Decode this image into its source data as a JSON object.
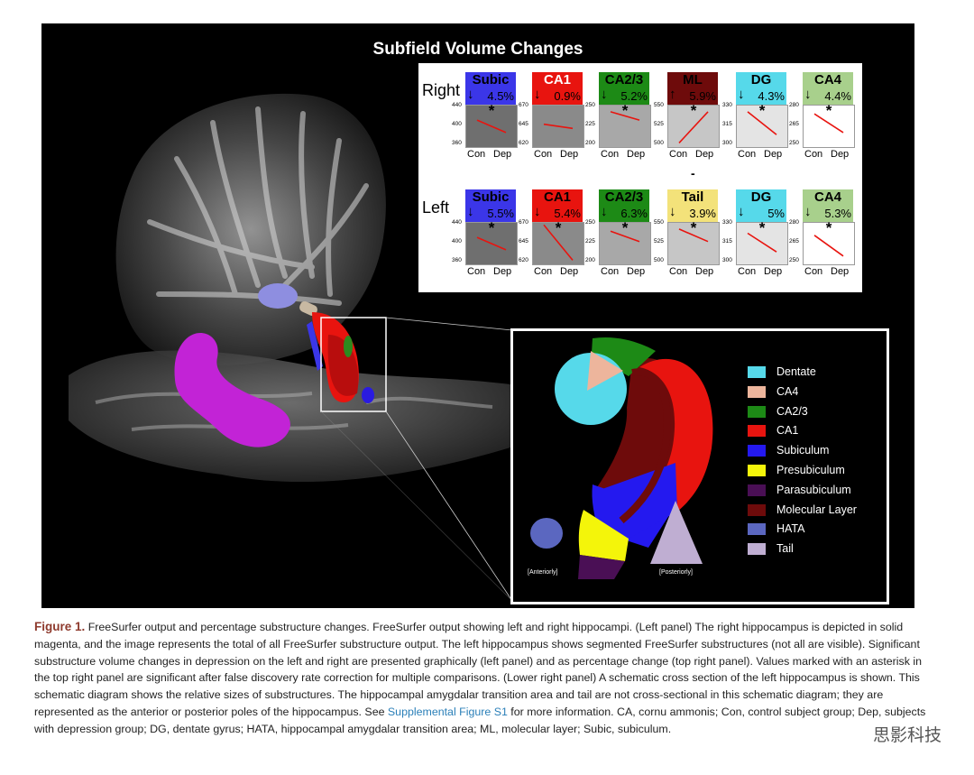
{
  "subfield_title": "Subfield Volume Changes",
  "rows": [
    {
      "label": "Right",
      "cells": [
        {
          "name": "Subic",
          "arrow": "↓",
          "pct": "4.5%",
          "color": "#3b36e8",
          "text": "#000",
          "plot": "#6f6f6f",
          "yticks": [
            "440",
            "400",
            "360"
          ],
          "star": "*"
        },
        {
          "name": "CA1",
          "arrow": "↓",
          "pct": "0.9%",
          "color": "#e8140f",
          "text": "#fff",
          "plot": "#8a8a8a",
          "yticks": [
            "670",
            "645",
            "620"
          ],
          "star": ""
        },
        {
          "name": "CA2/3",
          "arrow": "↓",
          "pct": "5.2%",
          "color": "#1d8a16",
          "text": "#000",
          "plot": "#a8a8a8",
          "yticks": [
            "250",
            "225",
            "200"
          ],
          "star": "*"
        },
        {
          "name": "ML",
          "arrow": "↑",
          "pct": "5.9%",
          "color": "#6e0b0b",
          "text": "#000",
          "plot": "#c6c6c6",
          "yticks": [
            "550",
            "525",
            "500"
          ],
          "star": "*"
        },
        {
          "name": "DG",
          "arrow": "↓",
          "pct": "4.3%",
          "color": "#56d9ea",
          "text": "#000",
          "plot": "#e4e4e4",
          "yticks": [
            "330",
            "315",
            "300"
          ],
          "star": "*"
        },
        {
          "name": "CA4",
          "arrow": "↓",
          "pct": "4.4%",
          "color": "#a8d08c",
          "text": "#000",
          "plot": "#ffffff",
          "yticks": [
            "280",
            "265",
            "250"
          ],
          "star": "*"
        }
      ]
    },
    {
      "label": "Left",
      "cells": [
        {
          "name": "Subic",
          "arrow": "↓",
          "pct": "5.5%",
          "color": "#3b36e8",
          "text": "#000",
          "plot": "#6f6f6f",
          "yticks": [
            "440",
            "400",
            "360"
          ],
          "star": "*"
        },
        {
          "name": "CA1",
          "arrow": "↓",
          "pct": "5.4%",
          "color": "#e8140f",
          "text": "#000",
          "plot": "#8a8a8a",
          "yticks": [
            "670",
            "645",
            "620"
          ],
          "star": "*"
        },
        {
          "name": "CA2/3",
          "arrow": "↓",
          "pct": "6.3%",
          "color": "#1d8a16",
          "text": "#000",
          "plot": "#a8a8a8",
          "yticks": [
            "250",
            "225",
            "200"
          ],
          "star": "*"
        },
        {
          "name": "Tail",
          "arrow": "↓",
          "pct": "3.9%",
          "color": "#f3e27a",
          "text": "#000",
          "plot": "#c6c6c6",
          "yticks": [
            "550",
            "525",
            "500"
          ],
          "star": "*"
        },
        {
          "name": "DG",
          "arrow": "↓",
          "pct": "5%",
          "color": "#56d9ea",
          "text": "#000",
          "plot": "#e4e4e4",
          "yticks": [
            "330",
            "315",
            "300"
          ],
          "star": "*"
        },
        {
          "name": "CA4",
          "arrow": "↓",
          "pct": "5.3%",
          "color": "#a8d08c",
          "text": "#000",
          "plot": "#ffffff",
          "yticks": [
            "280",
            "265",
            "250"
          ],
          "star": "*"
        }
      ]
    }
  ],
  "xlabels": [
    "Con",
    "Dep"
  ],
  "row_separator": "-",
  "chart_data": {
    "type": "line",
    "series_start_end": {
      "Right": [
        [
          0.65,
          0.35
        ],
        [
          0.55,
          0.45
        ],
        [
          0.85,
          0.65
        ],
        [
          0.1,
          0.85
        ],
        [
          0.85,
          0.3
        ],
        [
          0.8,
          0.35
        ]
      ],
      "Left": [
        [
          0.65,
          0.35
        ],
        [
          0.95,
          0.1
        ],
        [
          0.8,
          0.55
        ],
        [
          0.85,
          0.55
        ],
        [
          0.75,
          0.3
        ],
        [
          0.7,
          0.2
        ]
      ]
    }
  },
  "legend": [
    {
      "label": "Dentate",
      "color": "#56d9ea"
    },
    {
      "label": "CA4",
      "color": "#edb59c"
    },
    {
      "label": "CA2/3",
      "color": "#1d8a16"
    },
    {
      "label": "CA1",
      "color": "#e8140f"
    },
    {
      "label": "Subiculum",
      "color": "#2419ef"
    },
    {
      "label": "Presubiculum",
      "color": "#f4f50a"
    },
    {
      "label": "Parasubiculum",
      "color": "#4a0f55"
    },
    {
      "label": "Molecular Layer",
      "color": "#6e0b0b"
    },
    {
      "label": "HATA",
      "color": "#5b67c0"
    },
    {
      "label": "Tail",
      "color": "#bfaed2"
    }
  ],
  "diagram_labels": {
    "anterior": "[Anteriorly]",
    "posterior": "[Posteriorly]"
  },
  "caption": {
    "figure_number": "Figure 1.",
    "part1": " FreeSurfer output and percentage substructure changes. FreeSurfer output showing left and right hippocampi. (Left panel) The right hippocampus is depicted in solid magenta, and the image represents the total of all FreeSurfer substructure output. The left hippocampus shows segmented FreeSurfer substructures (not all are visible). Significant substructure volume changes in depression on the left and right are presented graphically (left panel) and as percentage change (top right panel). Values marked with an asterisk in the top right panel are significant after false discovery rate correction for multiple comparisons. (Lower right panel) A schematic cross section of the left hippocampus is shown. This schematic diagram shows the relative sizes of substructures. The hippocampal amygdalar transition area and tail are not cross-sectional in this schematic diagram; they are represented as the anterior or posterior poles of the hippocampus. See ",
    "link": "Supplemental Figure S1",
    "part2": " for more information. CA, cornu ammonis; Con, control subject group; Dep, subjects with depression group; DG, dentate gyrus; HATA, hippocampal amygdalar transition area; ML, molecular layer; Subic, subiculum."
  },
  "watermark": "思影科技"
}
